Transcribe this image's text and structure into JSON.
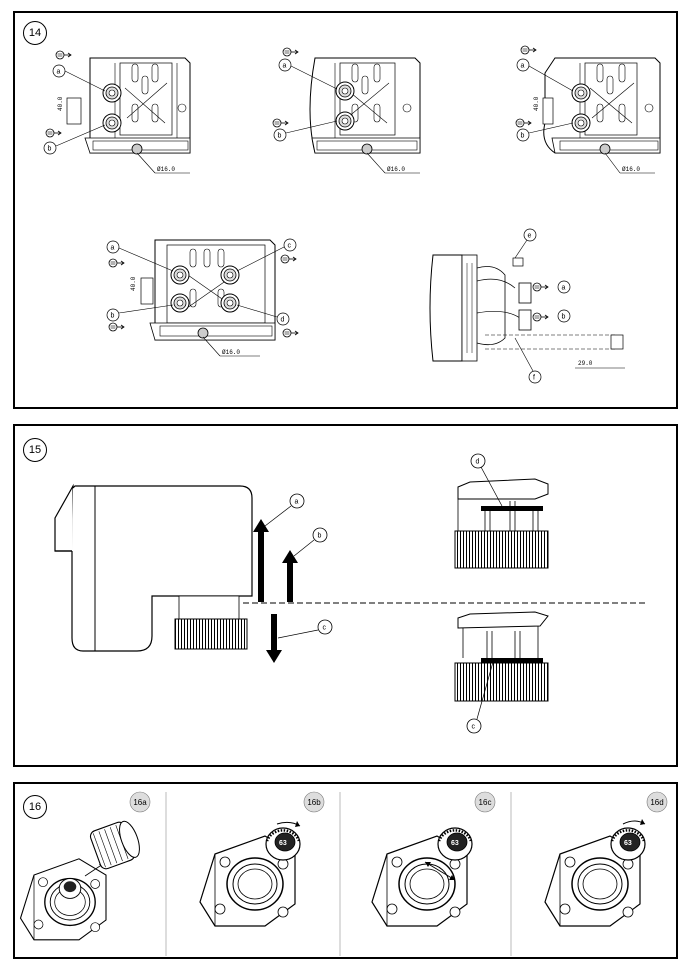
{
  "panel14": {
    "step": "14",
    "labels": {
      "a": "a",
      "b": "b",
      "c": "c",
      "d": "d",
      "e": "e",
      "f": "f"
    },
    "dims": {
      "d1": "Ø16.0",
      "d2": "Ø16.0",
      "d3": "Ø16.0",
      "d4": "Ø16.0",
      "h1": "40.0",
      "h3": "40.0",
      "h4": "40.0",
      "w5": "29.0"
    }
  },
  "panel15": {
    "step": "15",
    "labels": {
      "a": "a",
      "b": "b",
      "c": "c",
      "d": "d",
      "c2": "c"
    }
  },
  "panel16": {
    "step": "16",
    "subs": [
      "16a",
      "16b",
      "16c",
      "16d"
    ]
  }
}
